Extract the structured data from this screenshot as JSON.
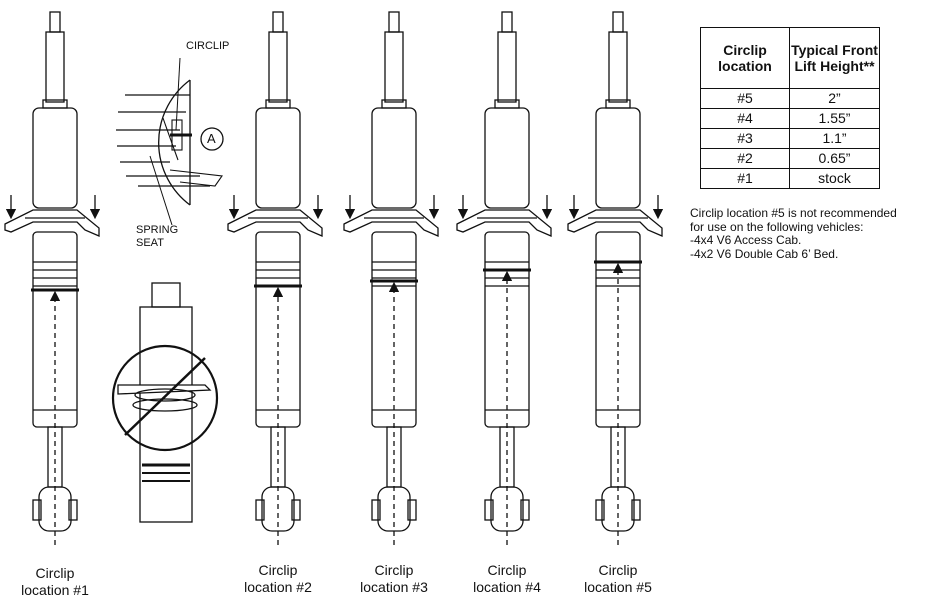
{
  "shocks": [
    {
      "caption_line1": "Circlip",
      "caption_line2": "location #1"
    },
    {
      "caption_line1": "Circlip",
      "caption_line2": "location #2"
    },
    {
      "caption_line1": "Circlip",
      "caption_line2": "location #3"
    },
    {
      "caption_line1": "Circlip",
      "caption_line2": "location #4"
    },
    {
      "caption_line1": "Circlip",
      "caption_line2": "location #5"
    }
  ],
  "detail": {
    "circlip_label": "CIRCLIP",
    "spring_seat_label_line1": "SPRING",
    "spring_seat_label_line2": "SEAT",
    "marker_letter": "A"
  },
  "table": {
    "header_col1": "Circlip location",
    "header_col2": "Typical Front Lift Height**",
    "rows": [
      {
        "location": "#5",
        "height": "2”"
      },
      {
        "location": "#4",
        "height": "1.55”"
      },
      {
        "location": "#3",
        "height": "1.1”"
      },
      {
        "location": "#2",
        "height": "0.65”"
      },
      {
        "location": "#1",
        "height": "stock"
      }
    ]
  },
  "note": {
    "line1": "Circlip location #5 is not recommended",
    "line2": "for use on the following vehicles:",
    "line3": "-4x4 V6 Access Cab.",
    "line4": "-4x2 V6 Double Cab 6’ Bed."
  }
}
